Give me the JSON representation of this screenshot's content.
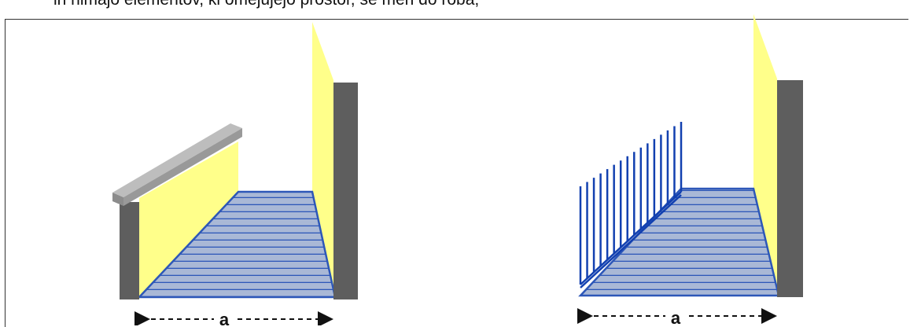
{
  "caption": "in nimajo elementov, ki omejujejo prostor, se meri do roba;",
  "left_figure": {
    "dimension_label": "a"
  },
  "right_figure": {
    "dimension_label": "a"
  },
  "colors": {
    "wall_yellow": "#ffff8a",
    "post_gray": "#5e5e5e",
    "cap_gray": "#a8a8a8",
    "floor_blue": "#2d57b8",
    "floor_fill": "#a9b8d6",
    "rail_blue": "#1240b0"
  }
}
